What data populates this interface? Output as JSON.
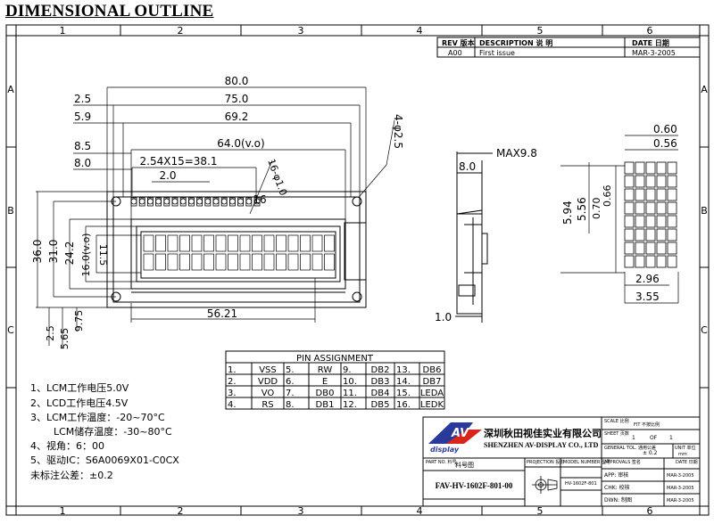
{
  "title": "DIMENSIONAL OUTLINE",
  "grid": {
    "columns": [
      "1",
      "2",
      "3",
      "4",
      "5",
      "6"
    ],
    "rows": [
      "A",
      "B",
      "C"
    ]
  },
  "revision_table": {
    "headers": [
      "REV 版本",
      "DESCRIPTION 说 明",
      "DATE 日期"
    ],
    "rows": [
      [
        "A00",
        "First issue",
        "MAR-3-2005"
      ]
    ]
  },
  "dimensions": {
    "d80": "80.0",
    "d75": "75.0",
    "d692": "69.2",
    "d64": "64.0(v.o)",
    "d254": "2.54X15=38.1",
    "d2": "2.0",
    "d25": "2.5",
    "d59": "5.9",
    "d85": "8.5",
    "d8": "8.0",
    "hole": "4-φ2.5",
    "pinhole": "16-φ1.0",
    "pin16": "16",
    "h36": "36.0",
    "h31": "31.0",
    "h242": "24.2",
    "h16": "16.0(v.o)",
    "h115": "11.5",
    "b25": "2.5",
    "b565": "5.65",
    "b975": "9.75",
    "w5621": "56.21",
    "max98": "MAX9.8",
    "side8": "8.0",
    "side1": "1.0",
    "c060": "0.60",
    "c056": "0.56",
    "c066": "0.66",
    "c070": "0.70",
    "c556": "5.56",
    "c594": "5.94",
    "c296": "2.96",
    "c355": "3.55"
  },
  "pin_assignment": {
    "title": "PIN ASSIGNMENT",
    "rows": [
      [
        "1.",
        "VSS",
        "5.",
        "RW",
        "9.",
        "DB2",
        "13.",
        "DB6"
      ],
      [
        "2.",
        "VDD",
        "6.",
        "E",
        "10.",
        "DB3",
        "14.",
        "DB7"
      ],
      [
        "3.",
        "VO",
        "7.",
        "DB0",
        "11.",
        "DB4",
        "15.",
        "LEDA"
      ],
      [
        "4.",
        "RS",
        "8.",
        "DB1",
        "12.",
        "DB5",
        "16.",
        "LEDK"
      ]
    ]
  },
  "notes": [
    "1、LCM工作电压5.0V",
    "2、LCD工作电压4.5V",
    "3、LCM工作温度：-20~70°C",
    "LCM储存温度：-30~80°C",
    "4、视角：6：00",
    "5、驱动IC：S6A0069X01-C0CX",
    "未标注公差：±0.2"
  ],
  "title_block": {
    "logo_text": "AV",
    "logo_sub": "display",
    "company_cn": "深圳秋田视佳实业有限公司",
    "company_en": "SHENZHEN AV-DISPLAY CO., LTD",
    "scale_label": "SCALE 比例",
    "scale_value": "FIT 不按比例",
    "sheet_label": "SHEET 页数",
    "sheet_value": "1",
    "sheet_of": "OF",
    "sheet_total": "1",
    "tol_label": "GENERAL TOL. 通用公差",
    "tol_value": "± 0.2",
    "unit_label": "UNIT 单位",
    "unit_value": "mm",
    "part_label": "PART NO. 料号",
    "part_name": "料号图",
    "projection_label": "PROJECTION 投影",
    "model_label": "MODEL NUMBER 型号",
    "model_value": "HV-1602F-801",
    "approvals_label": "APPROVALS 签名",
    "date_label": "DATE 日期",
    "app_label": "APP: 审核",
    "chk_label": "CHK: 校核",
    "dwn_label": "DWN: 制图",
    "app_date": "MAR-3-2005",
    "chk_date": "MAR-3-2005",
    "dwn_date": "MAR-3-2005",
    "drawing_no": "FAV-HV-1602F-801-00"
  }
}
